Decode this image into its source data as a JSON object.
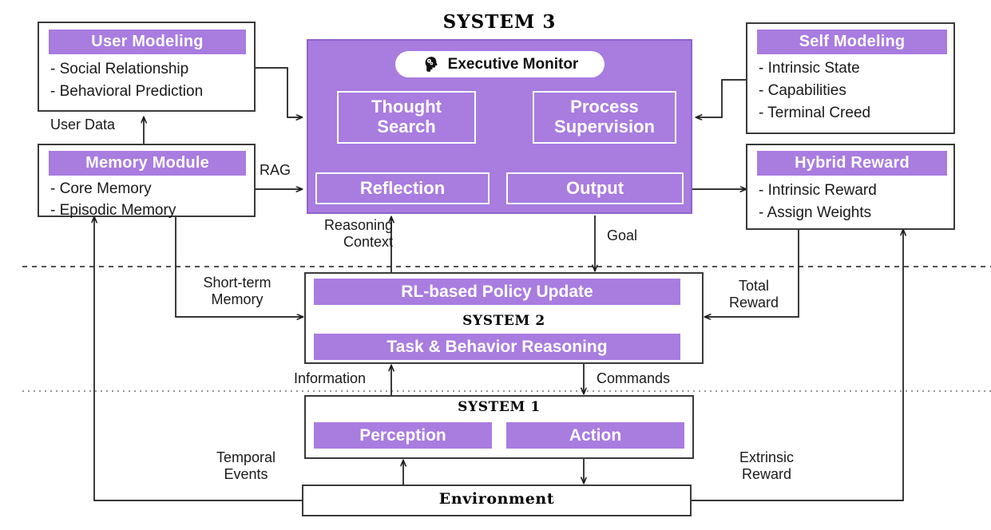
{
  "diagram": {
    "title_system3": "SYSTEM 3",
    "title_system2": "SYSTEM 2",
    "title_system1": "SYSTEM 1",
    "environment_label": "Environment"
  },
  "colors": {
    "purple": "#a97ce0",
    "purple_border": "#8f63c9",
    "box_border": "#3a3a3a",
    "text": "#1a1a1a"
  },
  "modules": {
    "user_modeling": {
      "header": "User Modeling",
      "items": [
        "- Social Relationship",
        "- Behavioral Prediction"
      ]
    },
    "memory_module": {
      "header": "Memory Module",
      "items": [
        "- Core Memory",
        "- Episodic Memory"
      ]
    },
    "self_modeling": {
      "header": "Self Modeling",
      "items": [
        "- Intrinsic State",
        "- Capabilities",
        "- Terminal Creed"
      ]
    },
    "hybrid_reward": {
      "header": "Hybrid Reward",
      "items": [
        "- Intrinsic Reward",
        "- Assign Weights"
      ]
    }
  },
  "system3": {
    "executive_monitor": "Executive Monitor",
    "executive_monitor_icon": "head-with-gears-icon",
    "blocks": {
      "thought_search": "Thought\nSearch",
      "thought_search_line1": "Thought",
      "thought_search_line2": "Search",
      "process_supervision_line1": "Process",
      "process_supervision_line2": "Supervision",
      "reflection": "Reflection",
      "output": "Output"
    }
  },
  "system2": {
    "top_bar": "RL-based Policy Update",
    "bottom_bar": "Task & Behavior Reasoning"
  },
  "system1": {
    "perception": "Perception",
    "action": "Action"
  },
  "edge_labels": {
    "user_data": "User Data",
    "rag": "RAG",
    "reasoning_context_l1": "Reasoning",
    "reasoning_context_l2": "Context",
    "short_term_memory_l1": "Short-term",
    "short_term_memory_l2": "Memory",
    "goal": "Goal",
    "total_reward_l1": "Total",
    "total_reward_l2": "Reward",
    "information": "Information",
    "commands": "Commands",
    "temporal_events_l1": "Temporal",
    "temporal_events_l2": "Events",
    "extrinsic_reward_l1": "Extrinsic",
    "extrinsic_reward_l2": "Reward"
  }
}
